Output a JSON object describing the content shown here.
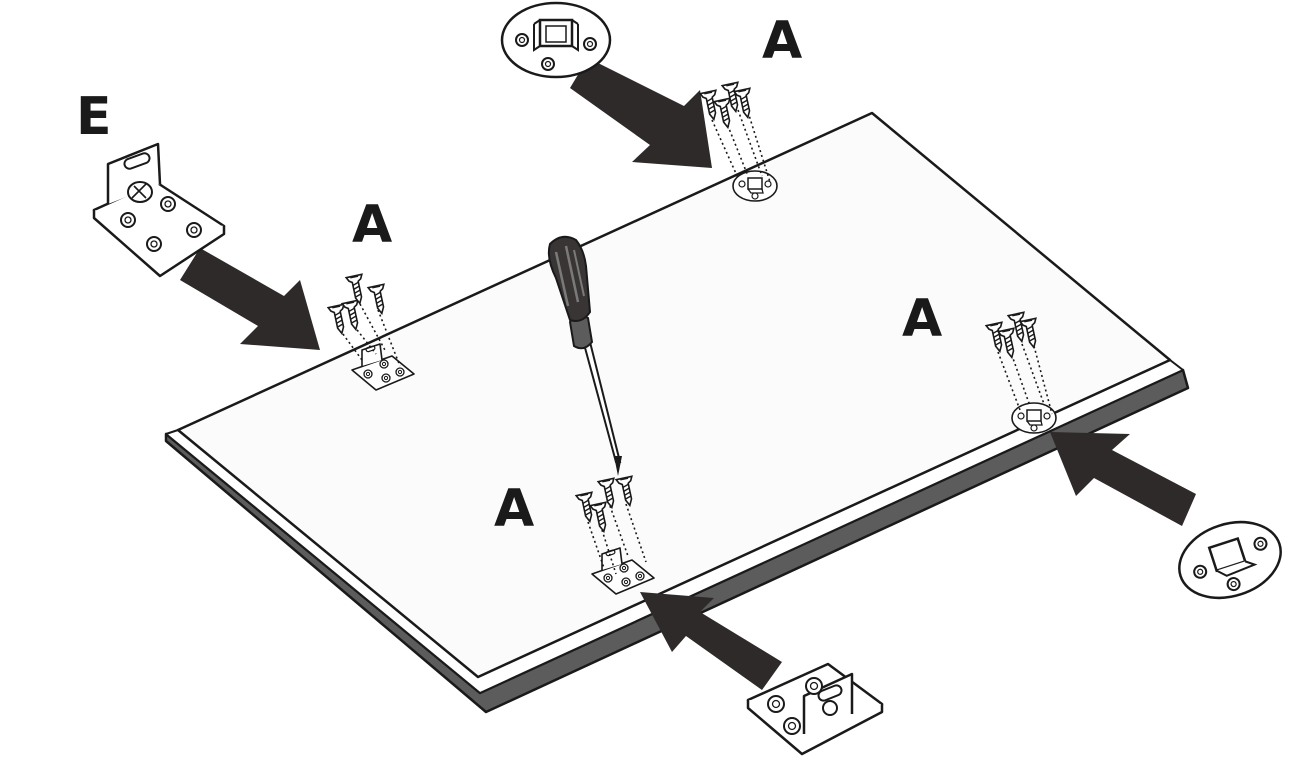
{
  "diagram": {
    "labels": {
      "screw_top": "A",
      "screw_left": "A",
      "screw_right": "A",
      "screw_bottom": "A",
      "bracket_part": "E"
    },
    "colors": {
      "outline": "#1a1a1a",
      "panel_face": "#fbfbfb",
      "panel_edge": "#5c5c5c",
      "arrow": "#2f2a2a"
    },
    "icons": [
      "screwdriver-icon",
      "screw-icon",
      "bracket-icon",
      "round-plate-icon",
      "arrow-icon"
    ]
  }
}
